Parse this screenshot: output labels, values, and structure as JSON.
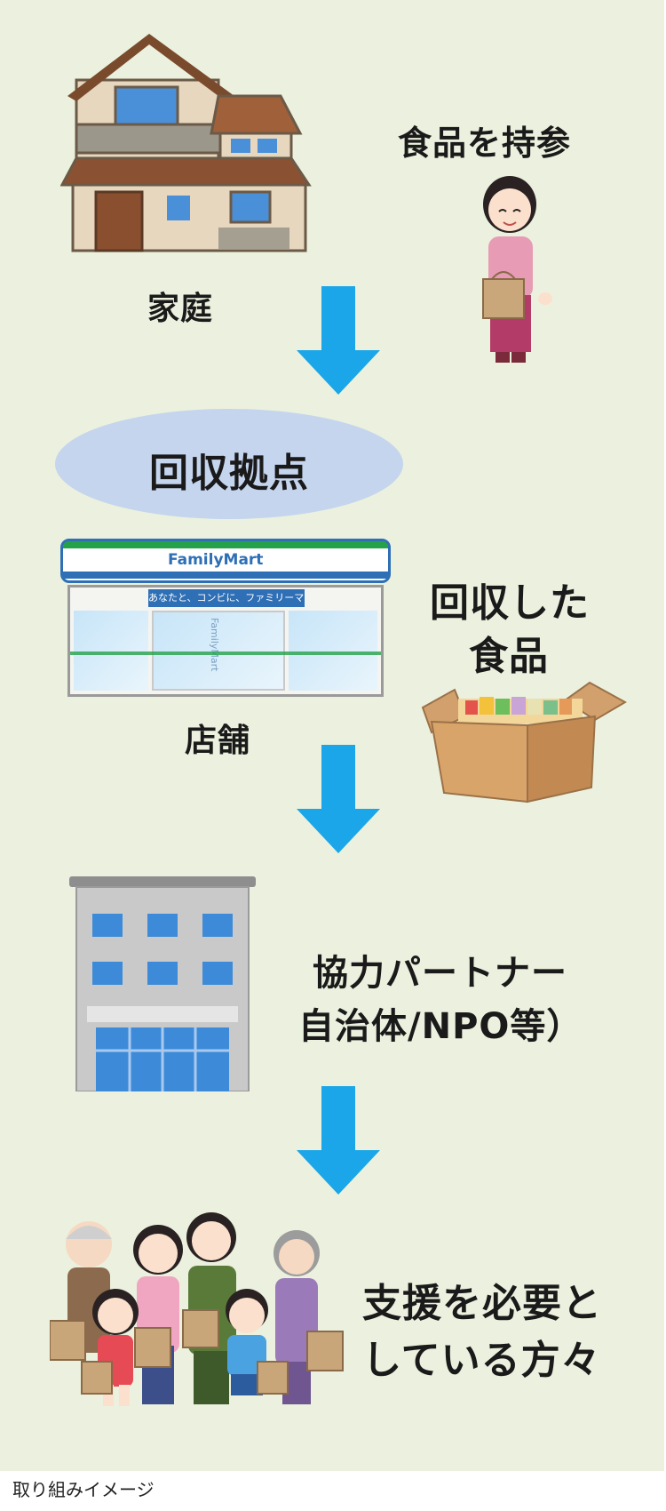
{
  "labels": {
    "bring_food": "食品を持参",
    "home": "家庭",
    "collection_point": "回収拠点",
    "collected_food_line1": "回収した",
    "collected_food_line2": "食品",
    "store": "店舗",
    "partner_line1": "協力パートナー",
    "partner_line2": "自治体/NPO等）",
    "people_line1": "支援を必要と",
    "people_line2": "している方々"
  },
  "store_sign": {
    "brand": "FamilyMart",
    "slogan": "あなたと、コンビに、ファミリーマート",
    "door_text": "FamilyMart"
  },
  "caption": "取り組みイメージ",
  "colors": {
    "background": "#ebf1de",
    "arrow": "#1aa6e8",
    "ellipse": "#c5d5ee"
  }
}
